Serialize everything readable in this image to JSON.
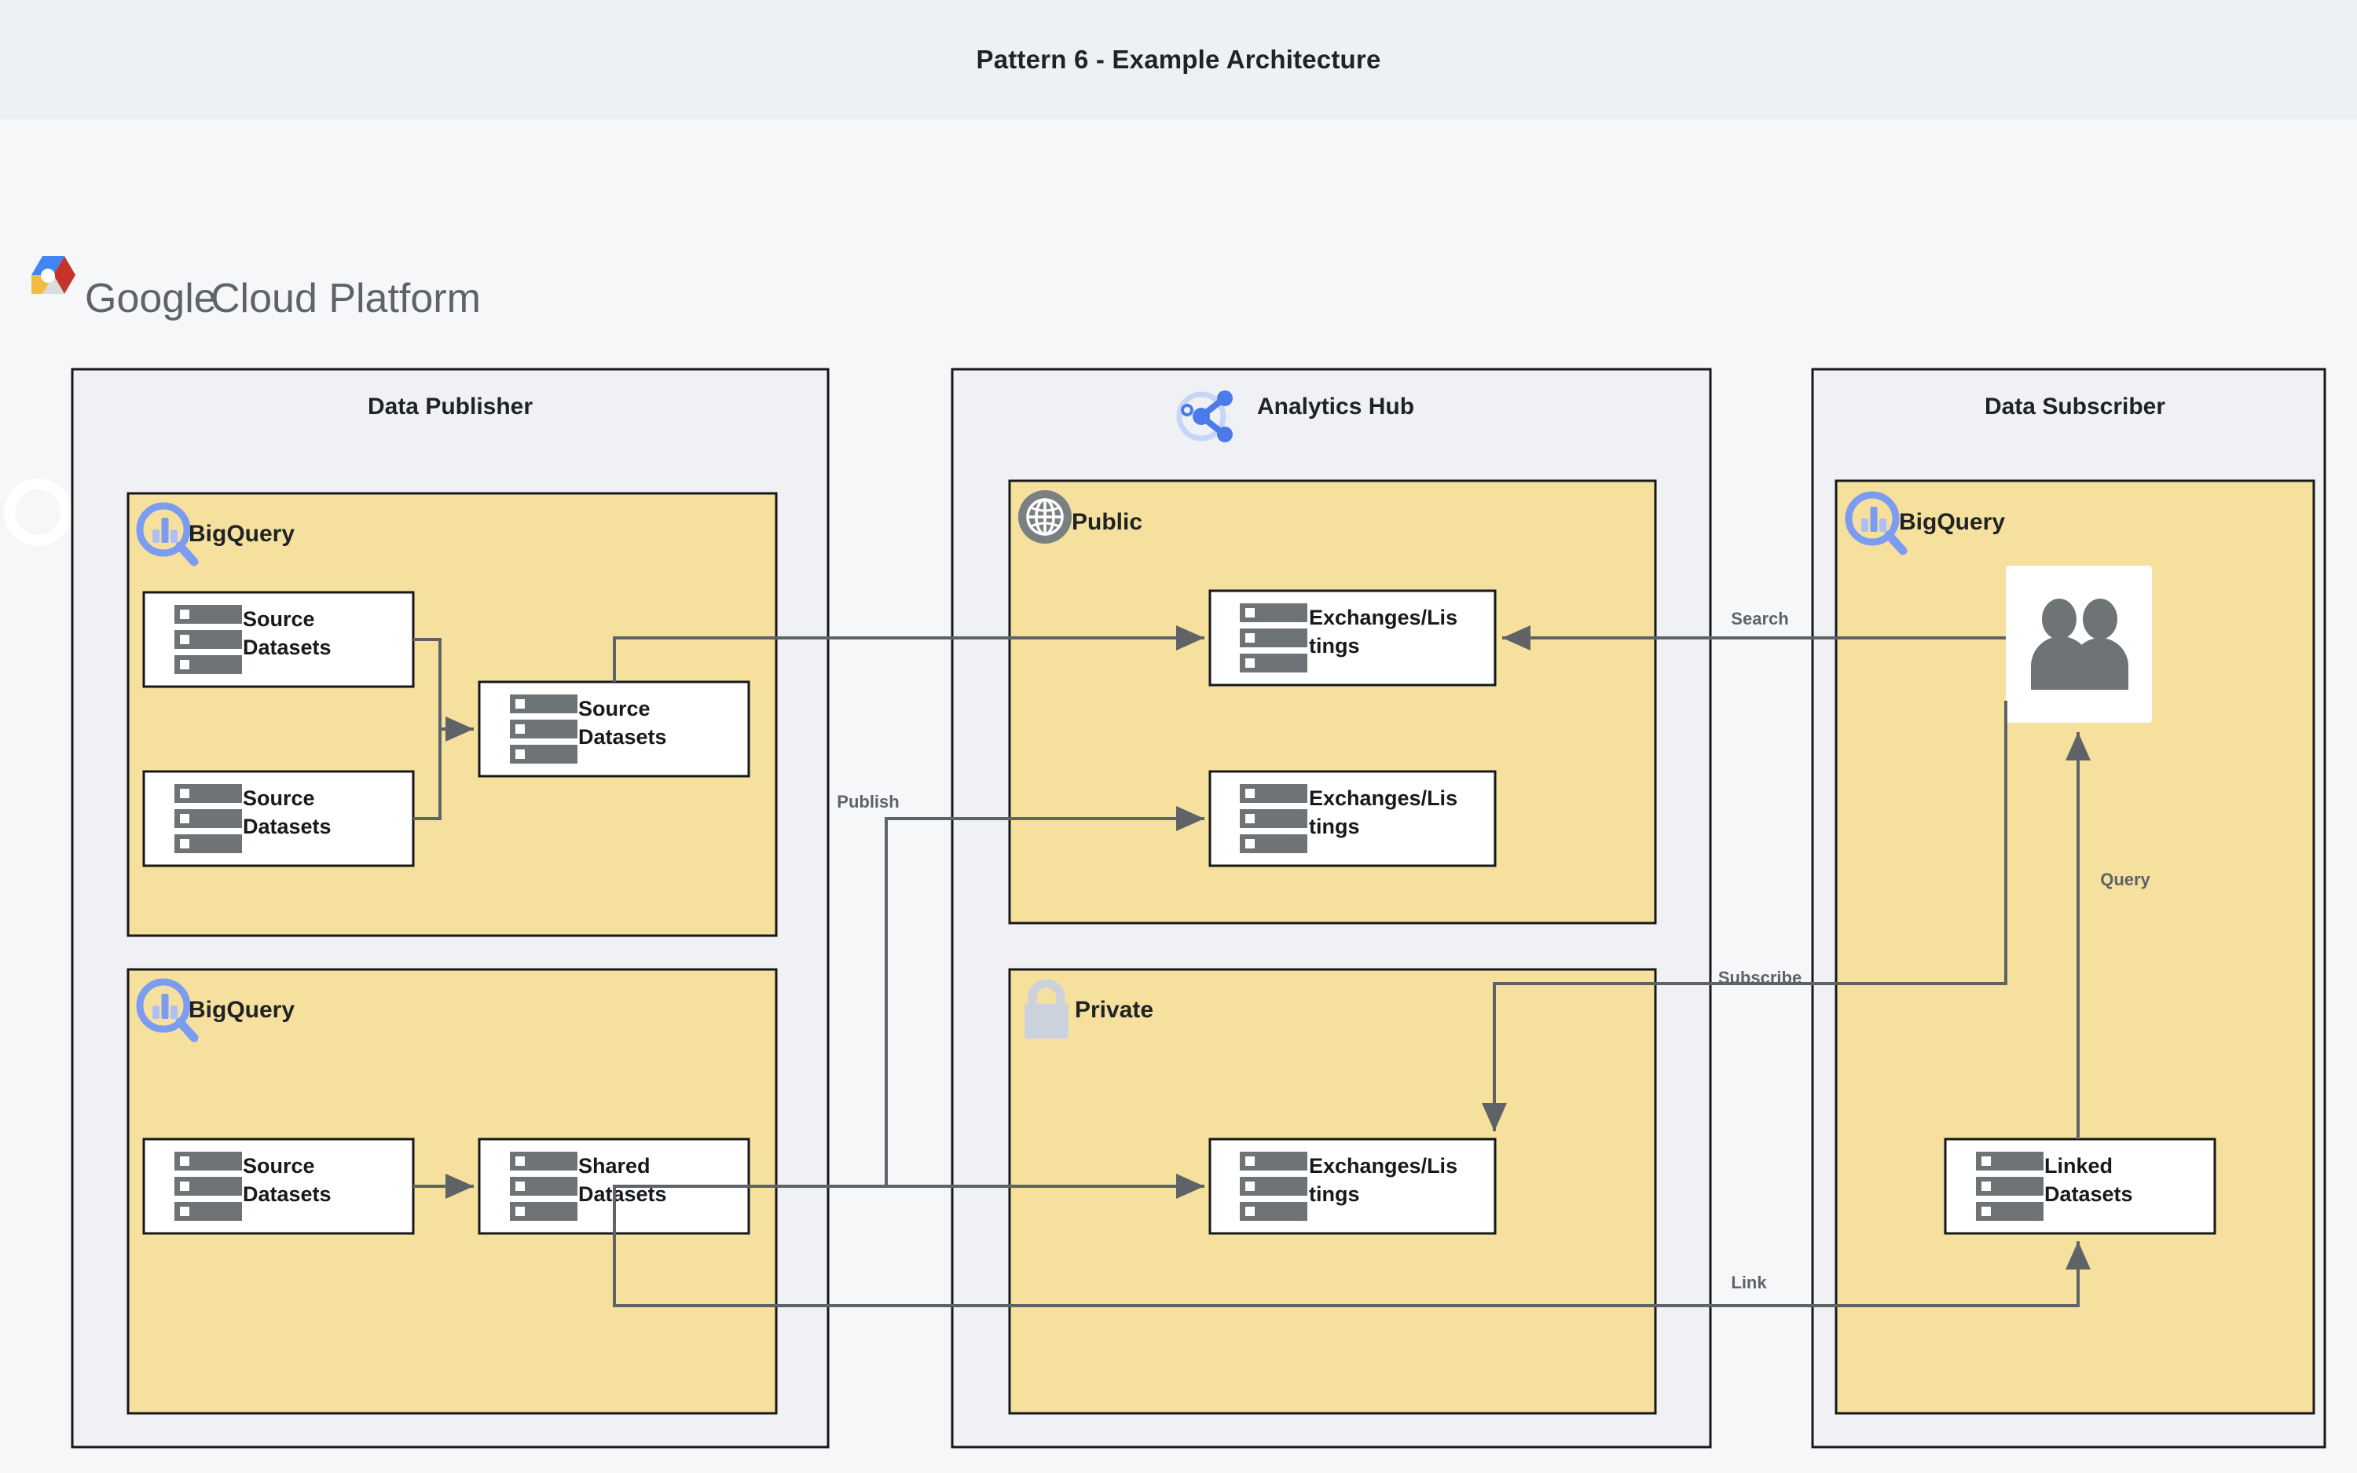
{
  "header": {
    "title": "Pattern 6 - Example Architecture"
  },
  "platform": {
    "logo_icon": "google-cloud-hexagon-icon",
    "brand_google": "Google",
    "brand_cloud_platform": "Cloud Platform"
  },
  "groups": [
    {
      "id": "data-publisher",
      "title": "Data Publisher",
      "icon": null
    },
    {
      "id": "analytics-hub",
      "title": "Analytics Hub",
      "icon": "analytics-hub-share-icon"
    },
    {
      "id": "data-subscriber",
      "title": "Data Subscriber",
      "icon": null
    }
  ],
  "services": [
    {
      "id": "publisher-bigquery-top",
      "label": "BigQuery",
      "icon": "bigquery-icon"
    },
    {
      "id": "publisher-bigquery-bottom",
      "label": "BigQuery",
      "icon": "bigquery-icon"
    },
    {
      "id": "hub-public",
      "label": "Public",
      "icon": "globe-icon"
    },
    {
      "id": "hub-private",
      "label": "Private",
      "icon": "lock-icon"
    },
    {
      "id": "subscriber-bigquery",
      "label": "BigQuery",
      "icon": "bigquery-icon"
    }
  ],
  "nodes": [
    {
      "id": "source-datasets-1",
      "line1": "Source",
      "line2": "Datasets",
      "icon": "dataset-icon"
    },
    {
      "id": "source-datasets-2",
      "line1": "Source",
      "line2": "Datasets",
      "icon": "dataset-icon"
    },
    {
      "id": "source-datasets-3",
      "line1": "Source",
      "line2": "Datasets",
      "icon": "dataset-icon"
    },
    {
      "id": "source-datasets-4",
      "line1": "Source",
      "line2": "Datasets",
      "icon": "dataset-icon"
    },
    {
      "id": "shared-datasets",
      "line1": "Shared",
      "line2": "Datasets",
      "icon": "dataset-icon"
    },
    {
      "id": "exchanges-public-1",
      "line1": "Exchanges/Lis",
      "line2": "tings",
      "icon": "dataset-icon"
    },
    {
      "id": "exchanges-public-2",
      "line1": "Exchanges/Lis",
      "line2": "tings",
      "icon": "dataset-icon"
    },
    {
      "id": "exchanges-private",
      "line1": "Exchanges/Lis",
      "line2": "tings",
      "icon": "dataset-icon"
    },
    {
      "id": "linked-datasets",
      "line1": "Linked",
      "line2": "Datasets",
      "icon": "dataset-icon"
    },
    {
      "id": "subscriber-users",
      "line1": "",
      "line2": "",
      "icon": "users-icon"
    }
  ],
  "edges": [
    {
      "id": "edge-publish",
      "label": "Publish"
    },
    {
      "id": "edge-search",
      "label": "Search"
    },
    {
      "id": "edge-subscribe",
      "label": "Subscribe"
    },
    {
      "id": "edge-query",
      "label": "Query"
    },
    {
      "id": "edge-link",
      "label": "Link"
    }
  ],
  "colors": {
    "title_bar_bg": "#edf1f4",
    "canvas_bg": "#f6f7f8",
    "group_bg": "#eff1f4",
    "service_bg": "#f5e09e",
    "node_bg": "#ffffff",
    "stroke": "#16181a",
    "connector": "#5f6368",
    "icon_gray": "#6e7376",
    "bigquery_blue": "#7b9cf0",
    "lock_gray": "#ccd2dd",
    "google_blue": "#4285f4",
    "google_red": "#c5342a",
    "google_yellow": "#f2bb42"
  }
}
